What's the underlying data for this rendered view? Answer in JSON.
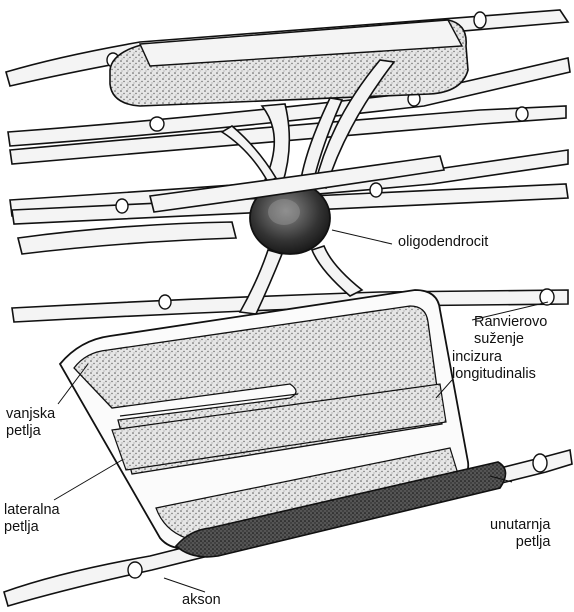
{
  "labels": {
    "oligodendrocit": "oligodendrocit",
    "ranvier": [
      "Ranvierovo",
      "suženje"
    ],
    "incizura": [
      "incizura",
      "longitudinalis"
    ],
    "vanjska": [
      "vanjska",
      "petlja"
    ],
    "lateralna": [
      "lateralna",
      "petlja"
    ],
    "unutarnja": [
      "unutarnja",
      "petlja"
    ],
    "akson": "akson"
  }
}
